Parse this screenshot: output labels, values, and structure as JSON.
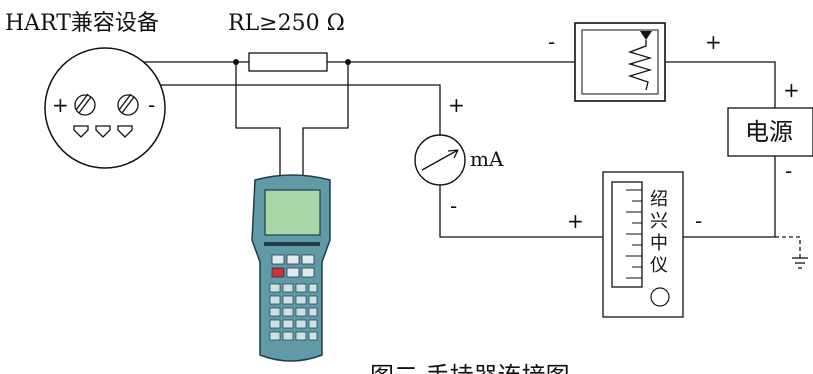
{
  "device_label": "HART兼容设备",
  "resistor_label": "RL≥250 Ω",
  "ammeter_unit": "mA",
  "power_supply_label": "电源",
  "recorder_label": [
    "绍",
    "兴",
    "中",
    "仪"
  ],
  "caption": "图二   手持器连接图",
  "polarity": {
    "plus": "+",
    "minus": "-"
  }
}
